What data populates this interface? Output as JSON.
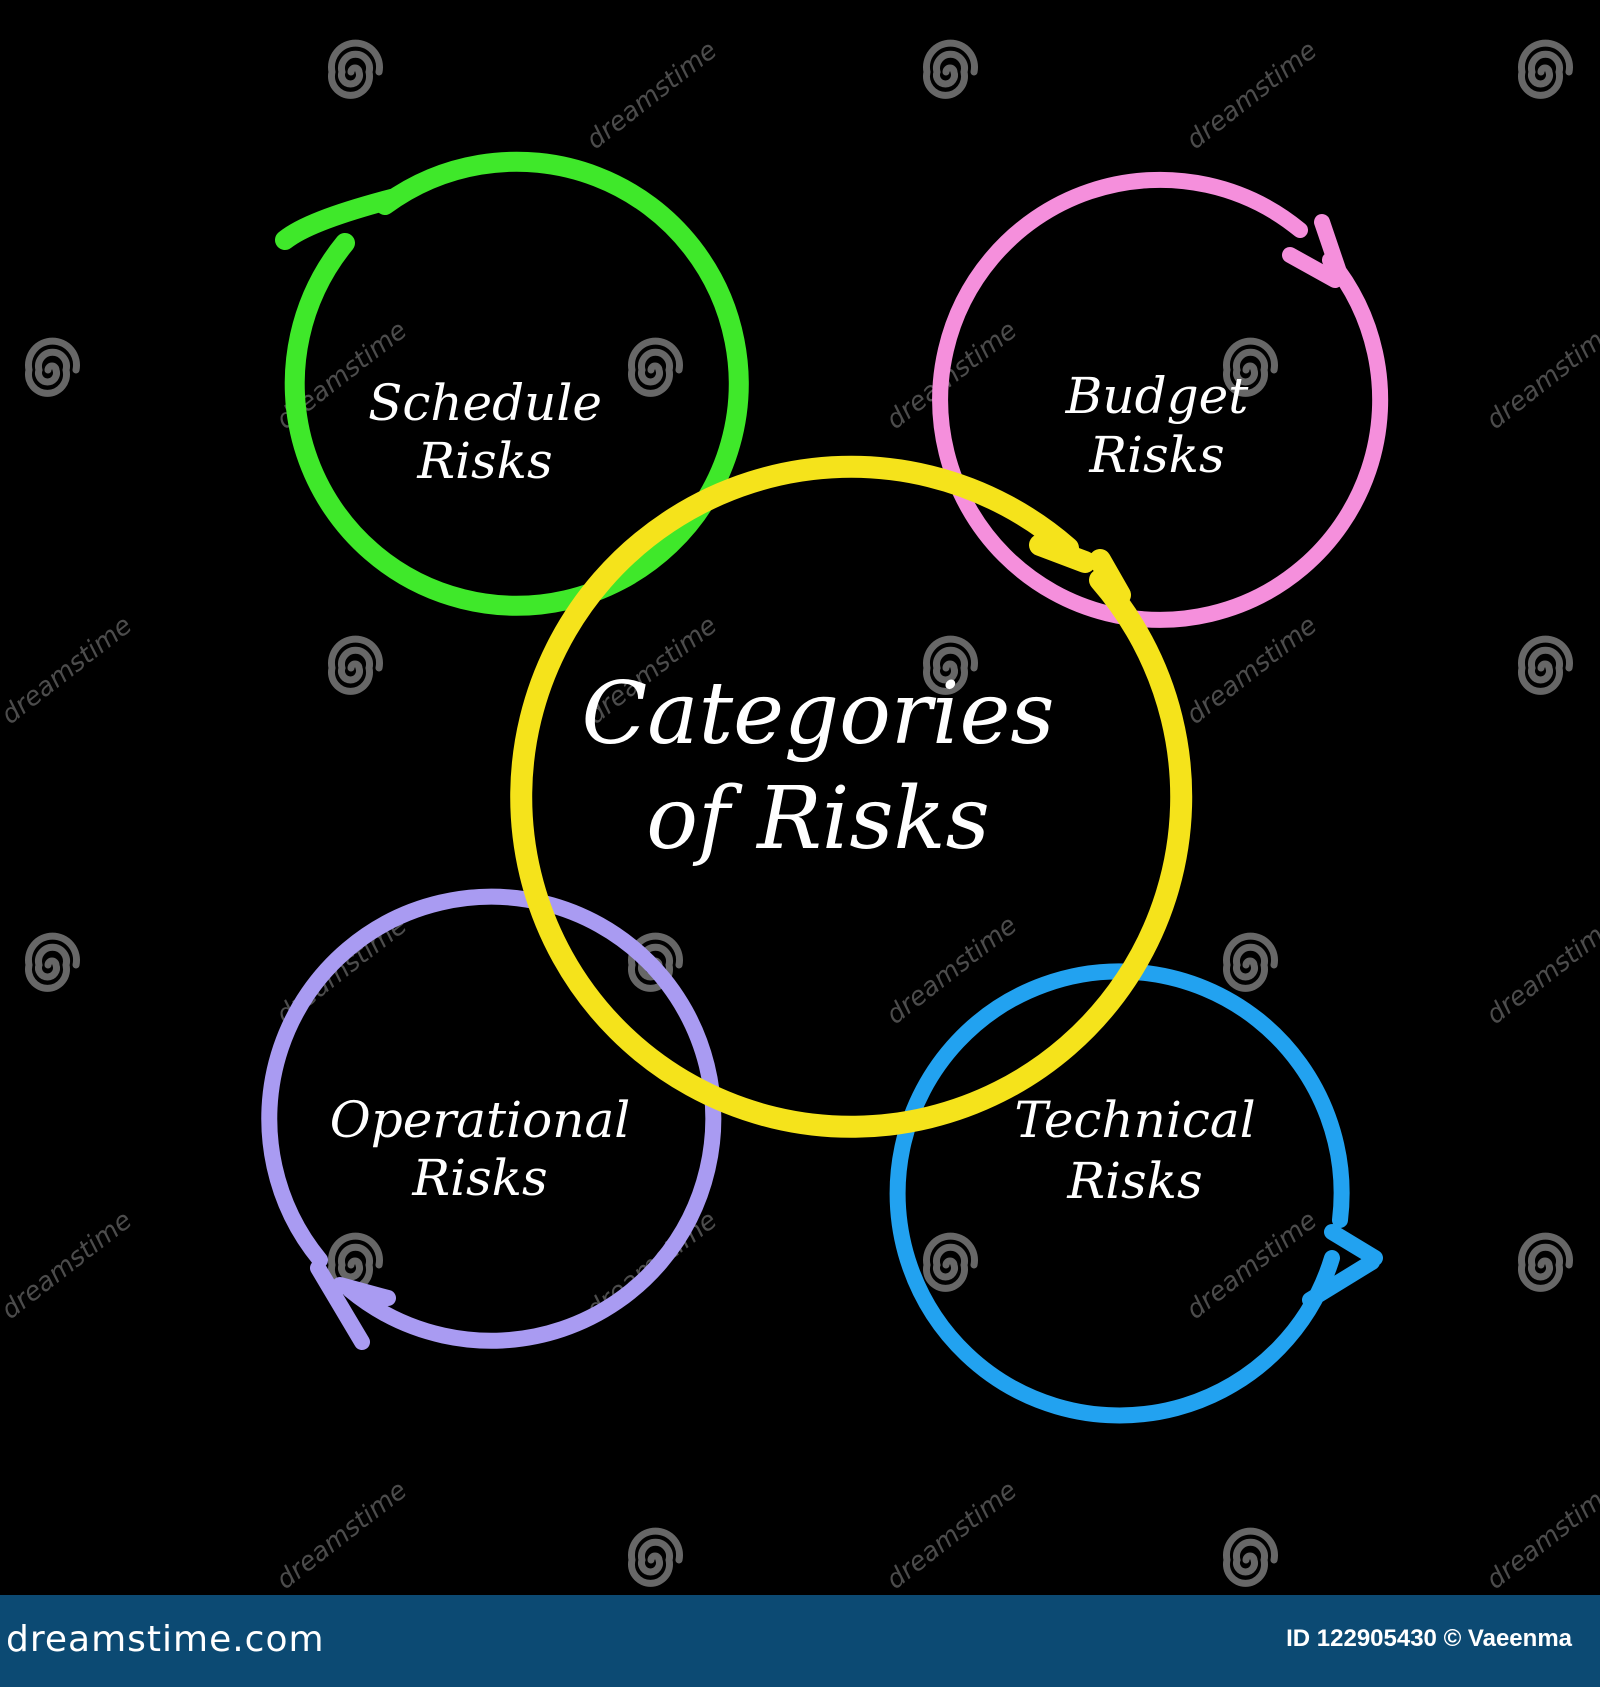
{
  "diagram": {
    "center": {
      "line1": "Categories",
      "line2": "of Risks",
      "color": "#f5e31b"
    },
    "nodes": [
      {
        "id": "schedule",
        "line1": "Schedule",
        "line2": "Risks",
        "color": "#3fe82a"
      },
      {
        "id": "budget",
        "line1": "Budget",
        "line2": "Risks",
        "color": "#f58fdc"
      },
      {
        "id": "operational",
        "line1": "Operational",
        "line2": "Risks",
        "color": "#a99bf2"
      },
      {
        "id": "technical",
        "line1": "Technical",
        "line2": "Risks",
        "color": "#22a2f0"
      }
    ]
  },
  "watermark": {
    "text": "dreamstime",
    "icon": "spiral-logo-icon"
  },
  "footer": {
    "brand": "dreamstime.com",
    "credit": "ID 122905430 © Vaeenma",
    "bar_color": "#0c4a73"
  }
}
